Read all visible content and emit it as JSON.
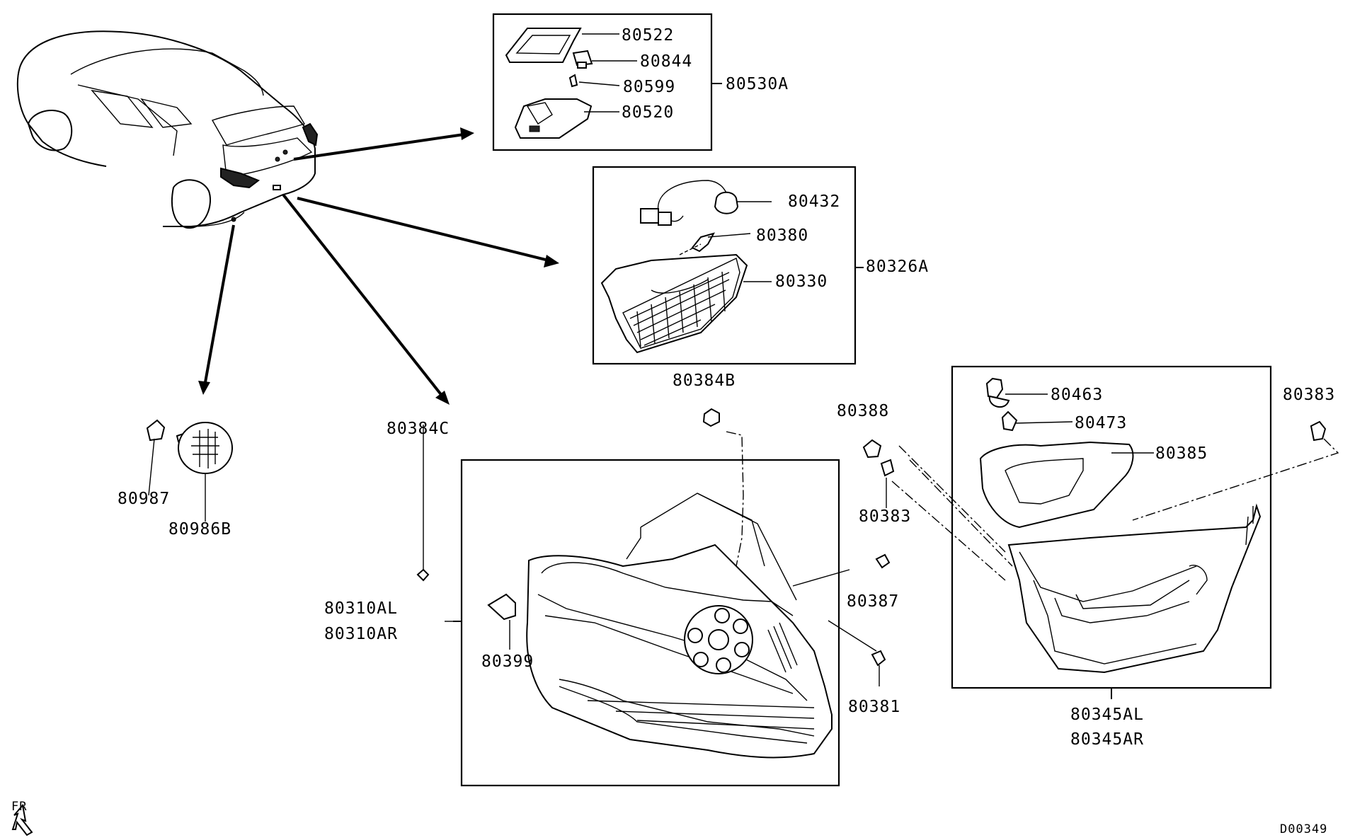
{
  "parts": {
    "p80522": "80522",
    "p80844": "80844",
    "p80599": "80599",
    "p80520": "80520",
    "p80530A": "80530A",
    "p80432": "80432",
    "p80380": "80380",
    "p80330": "80330",
    "p80326A": "80326A",
    "p80384B": "80384B",
    "p80388": "80388",
    "p80463": "80463",
    "p80473": "80473",
    "p80385": "80385",
    "p80383_right": "80383",
    "p80383_mid": "80383",
    "p80387": "80387",
    "p80381": "80381",
    "p80384C": "80384C",
    "p80399": "80399",
    "p80310AL": "80310AL",
    "p80310AR": "80310AR",
    "p80345AL": "80345AL",
    "p80345AR": "80345AR",
    "p80987": "80987",
    "p80986B": "80986B"
  },
  "direction_label": "FR",
  "diagram_code": "D00349"
}
